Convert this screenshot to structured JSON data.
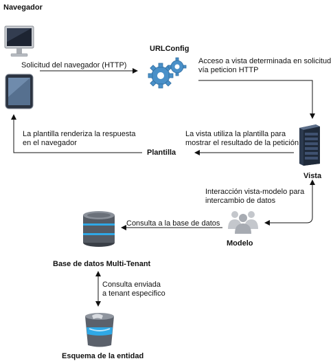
{
  "nodes": {
    "navegador": "Navegador",
    "urlconfig": "URLConfig",
    "vista": "Vista",
    "plantilla": "Plantilla",
    "modelo": "Modelo",
    "base_datos": "Base de datos Multi-Tenant",
    "esquema": "Esquema de la entidad"
  },
  "edges": {
    "solicitud": "Solicitud del navegador (HTTP)",
    "acceso_1": "Acceso a vista determinada en solicitud",
    "acceso_2": "vía peticion HTTP",
    "vista_plantilla_1": "La vista utiliza la plantilla para",
    "vista_plantilla_2": "mostrar el resultado de la petición",
    "renderiza_1": "La plantilla renderiza la respuesta",
    "renderiza_2": "en el navegador",
    "interaccion_1": "Interacción vista-modelo para",
    "interaccion_2": "intercambio de datos",
    "consulta_bd": "Consulta a la base de datos",
    "consulta_tenant_1": "Consulta enviada",
    "consulta_tenant_2": "a tenant especifico"
  },
  "icons": {
    "monitor": "monitor-icon",
    "tablet": "tablet-icon",
    "gears": "gears-icon",
    "server": "server-icon",
    "users": "users-icon",
    "database": "database-icon",
    "bucket": "bucket-icon"
  },
  "colors": {
    "arrow": "#111111",
    "db_accent": "#2fa8e6",
    "gear": "#4a90c8"
  }
}
